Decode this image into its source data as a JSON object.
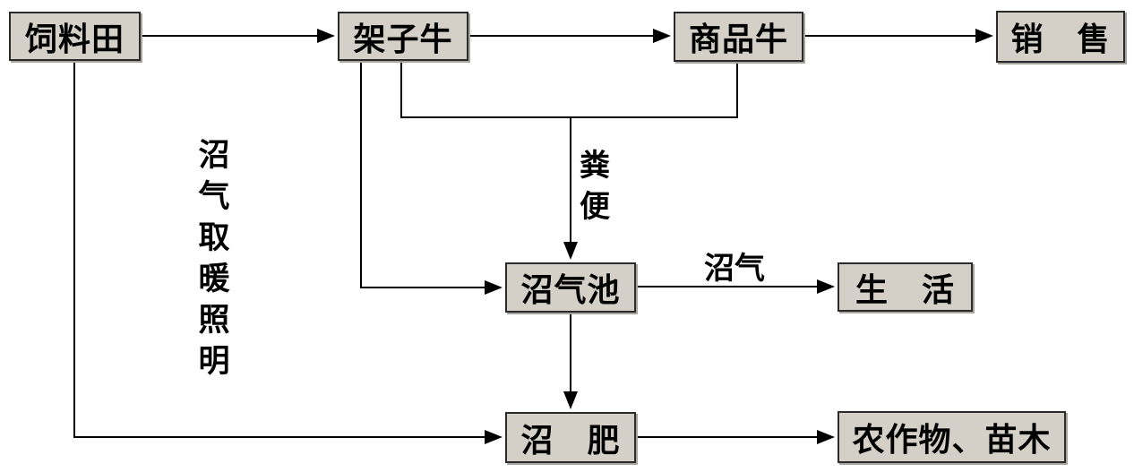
{
  "diagram": {
    "nodes": [
      {
        "id": "feed-field",
        "label": "饲料田"
      },
      {
        "id": "feeder-cattle",
        "label": "架子牛"
      },
      {
        "id": "commodity-cattle",
        "label": "商品牛"
      },
      {
        "id": "sales",
        "label": "销　售"
      },
      {
        "id": "biogas-digester",
        "label": "沼气池"
      },
      {
        "id": "household-life",
        "label": "生　活"
      },
      {
        "id": "biogas-fertilizer",
        "label": "沼　肥"
      },
      {
        "id": "crops-seedlings",
        "label": "农作物、苗木"
      }
    ],
    "edge_labels": {
      "manure": "粪便",
      "biogas": "沼气",
      "biogas_uses_caption": "沼气取暖照明"
    },
    "edges": [
      {
        "from": "饲料田",
        "to": "架子牛"
      },
      {
        "from": "架子牛",
        "to": "商品牛"
      },
      {
        "from": "商品牛",
        "to": "销售"
      },
      {
        "from": "架子牛",
        "to": "沼气池"
      },
      {
        "from": "架子牛+商品牛",
        "to": "沼气池",
        "label": "粪便"
      },
      {
        "from": "沼气池",
        "to": "生活",
        "label": "沼气"
      },
      {
        "from": "沼气池",
        "to": "沼肥"
      },
      {
        "from": "饲料田",
        "to": "沼肥"
      },
      {
        "from": "沼肥",
        "to": "农作物、苗木"
      }
    ],
    "colors": {
      "background": "#ffffff",
      "node_fill": "#d4d0c8",
      "node_border": "#2b2b2b",
      "line": "#000000"
    }
  }
}
